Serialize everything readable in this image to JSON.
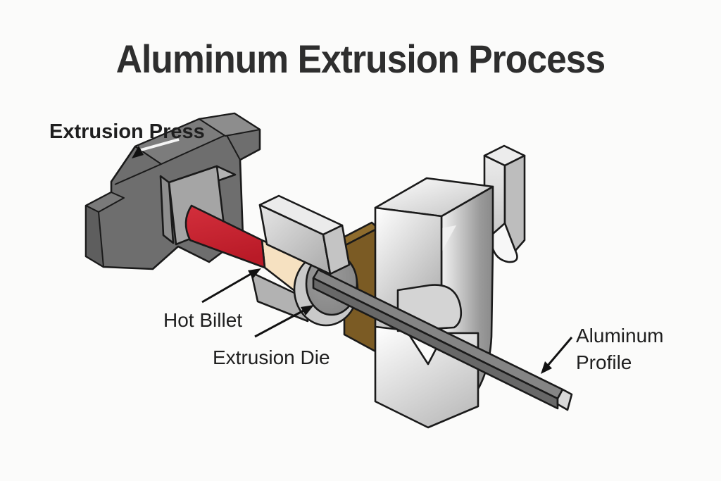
{
  "title": "Aluminum Extrusion Process",
  "labels": {
    "press": "Extrusion Press",
    "billet": "Hot Billet",
    "die": "Extrusion Die",
    "profile_line1": "Aluminum",
    "profile_line2": "Profile"
  },
  "colors": {
    "background": "#fbfbfa",
    "outline": "#1a1a1a",
    "press_gray": "#6e6e6e",
    "press_gray_top": "#7c7c7c",
    "ram_block_gray": "#a5a5a5",
    "billet_ram_red": "#c92331",
    "hot_billet_cream": "#f6e1c1",
    "die_ring_gray": "#8c8c8c",
    "die_block_front_brown": "#7b5b24",
    "die_block_top_brown": "#8e6c2d",
    "platen_light_gray": "#e8e8e8",
    "profile_bar_gray": "#858585"
  }
}
